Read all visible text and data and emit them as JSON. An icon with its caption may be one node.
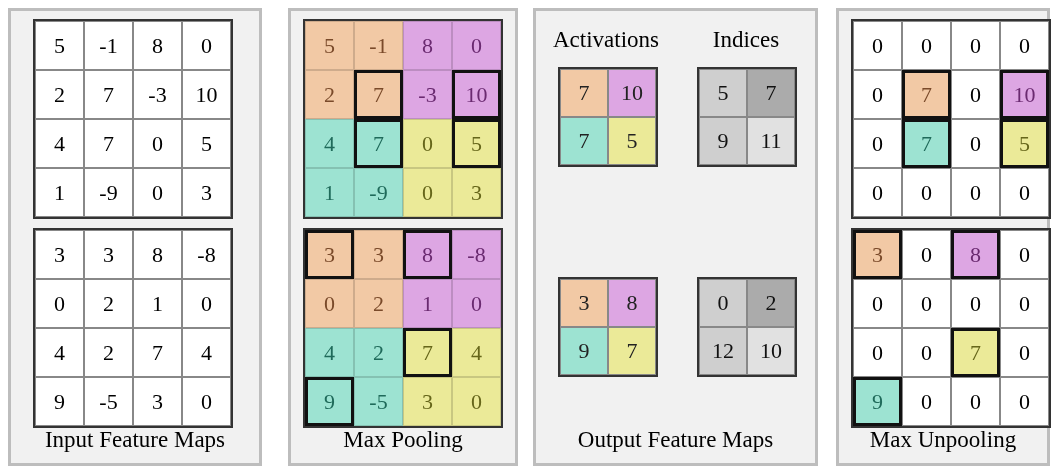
{
  "diagram": {
    "nodes": [
      {
        "text": [
          "Input Feature Maps"
        ]
      },
      {
        "text": [
          "Max Pooling"
        ]
      },
      {
        "text": [
          "Output Feature Maps"
        ]
      },
      {
        "text": [
          "Max Unpooling"
        ]
      }
    ],
    "labels": [
      "5",
      "-1",
      "8",
      "0",
      "2",
      "7",
      "-3",
      "10",
      "4",
      "7",
      "0",
      "5",
      "1",
      "-9",
      "0",
      "3",
      "3",
      "3",
      "8",
      "-8",
      "0",
      "2",
      "1",
      "0",
      "4",
      "2",
      "7",
      "4",
      "9",
      "-5",
      "3",
      "0",
      "5",
      "-1",
      "8",
      "0",
      "2",
      "7",
      "-3",
      "10",
      "4",
      "7",
      "0",
      "5",
      "1",
      "-9",
      "0",
      "3",
      "3",
      "3",
      "8",
      "-8",
      "0",
      "2",
      "1",
      "0",
      "4",
      "2",
      "7",
      "4",
      "9",
      "-5",
      "3",
      "0",
      "Activations",
      "Indices",
      "7",
      "10",
      "7",
      "5",
      "5",
      "7",
      "9",
      "11",
      "3",
      "8",
      "9",
      "7",
      "0",
      "2",
      "12",
      "10",
      "0",
      "0",
      "0",
      "0",
      "0",
      "7",
      "0",
      "10",
      "0",
      "7",
      "0",
      "5",
      "0",
      "0",
      "0",
      "0",
      "3",
      "0",
      "8",
      "0",
      "0",
      "0",
      "0",
      "0",
      "0",
      "0",
      "7",
      "0",
      "9",
      "0",
      "0",
      "0"
    ]
  }
}
